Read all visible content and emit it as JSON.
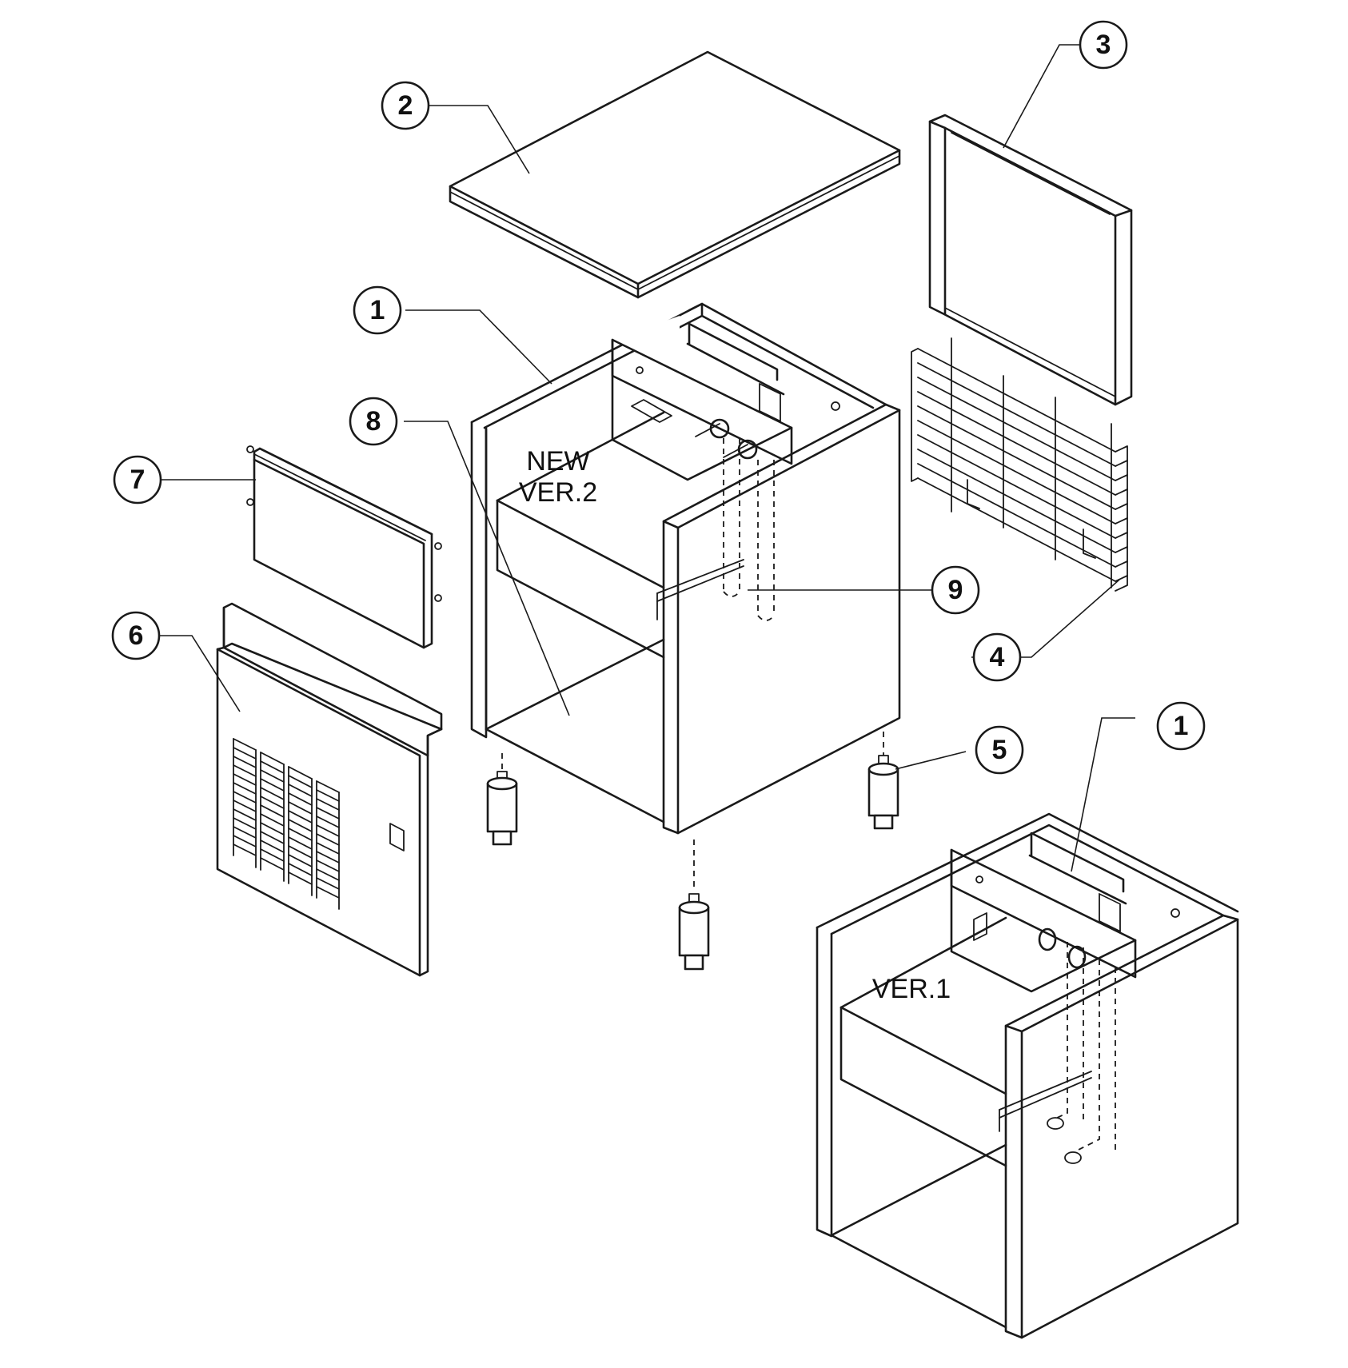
{
  "callouts": {
    "top_panel": "2",
    "back_panel": "3",
    "condenser_grid": "4",
    "leg_foot": "5",
    "front_panel": "6",
    "upper_front_panel": "7",
    "cabinet_new": "1",
    "cabinet_old": "1",
    "bottom_shelf": "8",
    "drain_hose": "9"
  },
  "labels": {
    "new_version_line1": "NEW",
    "new_version_line2": "VER.2",
    "old_version": "VER.1"
  }
}
